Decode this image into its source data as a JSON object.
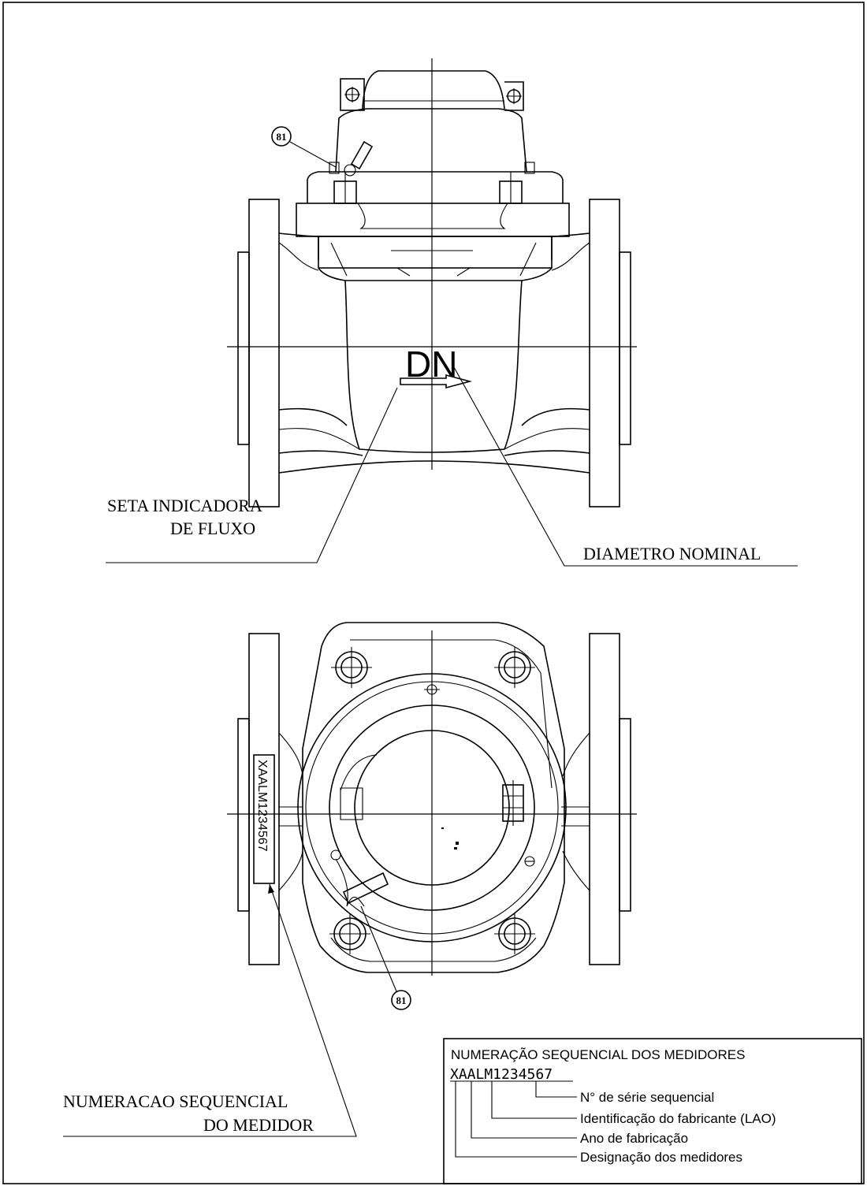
{
  "front_view": {
    "dn_label": "DN",
    "balloon_label": "81",
    "flow_arrow_label_line1": "SETA INDICADORA",
    "flow_arrow_label_line2": "DE FLUXO",
    "nominal_diameter_label": "DIAMETRO NOMINAL"
  },
  "top_view": {
    "plate_serial": "XAALM1234567",
    "balloon_label": "81",
    "serial_label_line1": "NUMERACAO SEQUENCIAL",
    "serial_label_line2": "DO MEDIDOR"
  },
  "legend": {
    "title": "NUMERAÇÃO SEQUENCIAL DOS MEDIDORES",
    "example": "XAALM1234567",
    "items": [
      "N° de série sequencial",
      "Identificação do fabricante (LAO)",
      "Ano de fabricação",
      "Designação dos medidores"
    ]
  }
}
